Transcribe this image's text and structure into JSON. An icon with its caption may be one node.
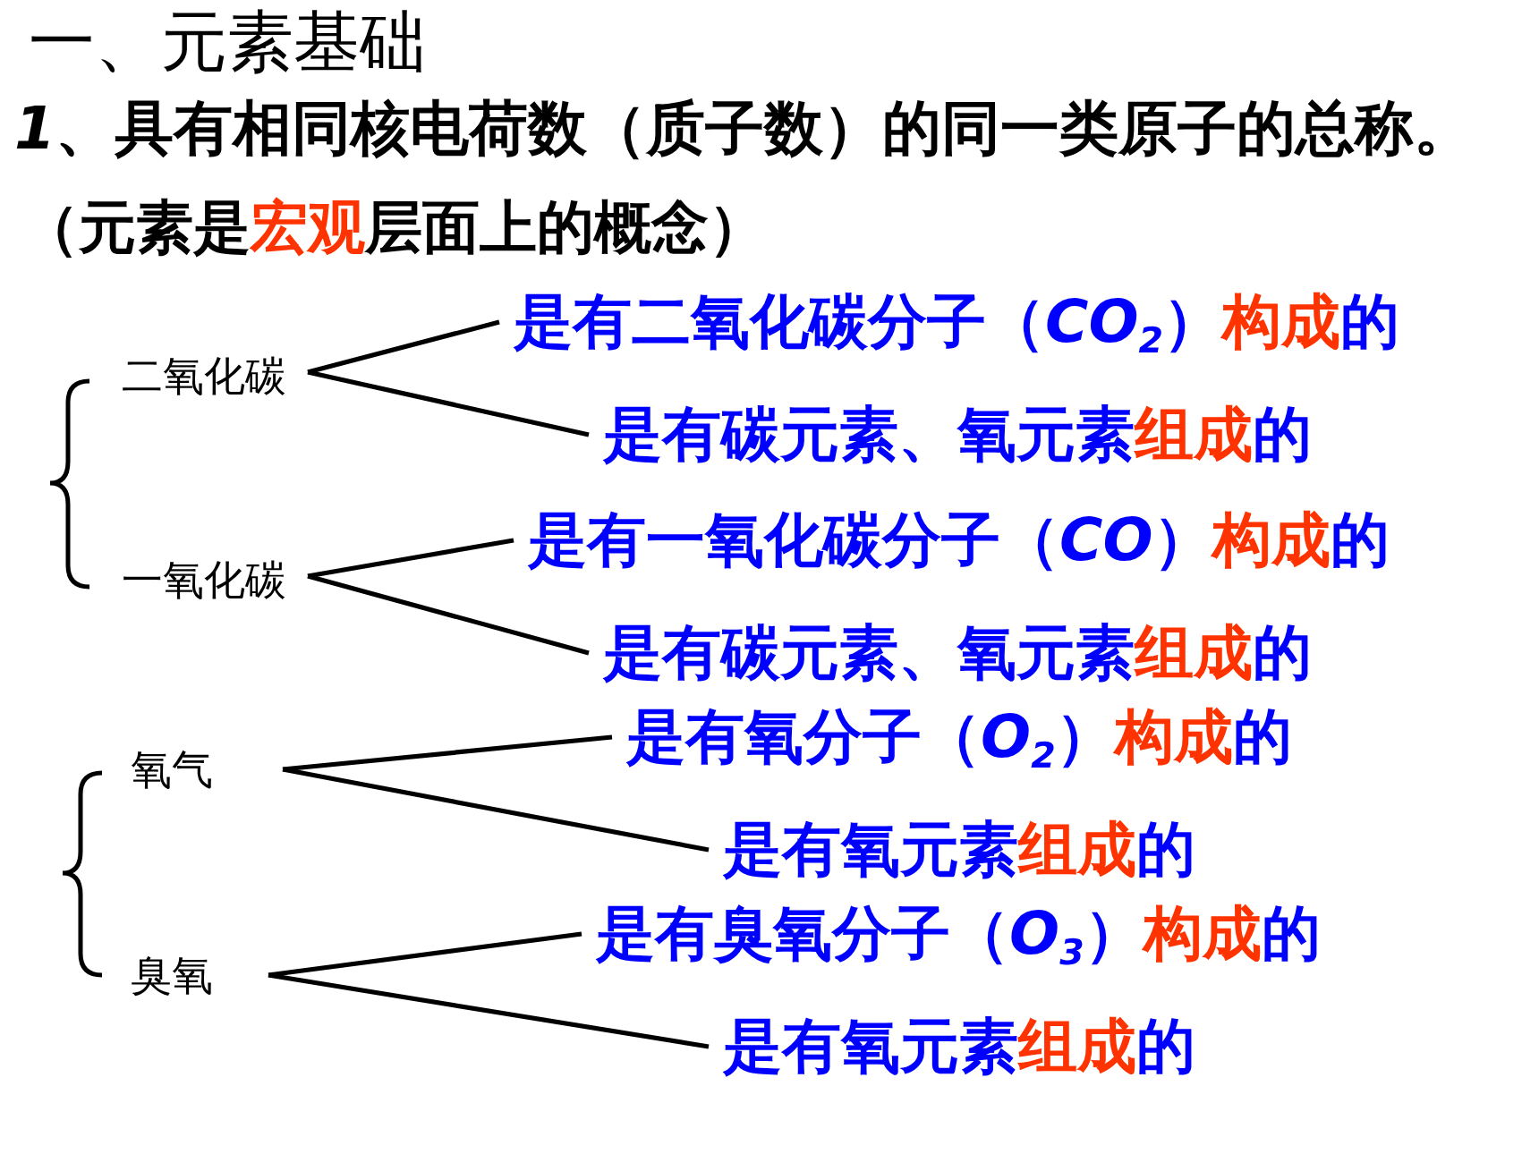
{
  "diagram": {
    "title": "一、元素基础",
    "nodes": [
      {
        "text": [
          "二氧化碳"
        ]
      },
      {
        "text": [
          "是有二氧化碳分子（*CO*$_{2}$）**构成**的"
        ]
      },
      {
        "text": [
          "是有碳元素、氧元素**组成**的"
        ]
      },
      {
        "text": [
          "一氧化碳"
        ]
      },
      {
        "text": [
          "是有一氧化碳分子（*CO*）**构成**的"
        ]
      },
      {
        "text": [
          "是有碳元素、氧元素**组成**的"
        ]
      },
      {
        "text": [
          "氧气"
        ]
      },
      {
        "text": [
          "是有氧分子（*O*$_{2}$）**构成**的"
        ]
      },
      {
        "text": [
          "是有氧元素**组成**的"
        ]
      },
      {
        "text": [
          "臭氧"
        ]
      },
      {
        "text": [
          "是有臭氧分子（*O*$_{3}$）**构成**的"
        ]
      },
      {
        "text": [
          "是有氧元素**组成**的"
        ]
      }
    ],
    "edges": [
      {
        "from": 0,
        "to": 1,
        "arrow": "none"
      },
      {
        "from": 0,
        "to": 2,
        "arrow": "none"
      },
      {
        "from": 3,
        "to": 4,
        "arrow": "none"
      },
      {
        "from": 3,
        "to": 5,
        "arrow": "none"
      },
      {
        "from": 6,
        "to": 7,
        "arrow": "none"
      },
      {
        "from": 6,
        "to": 8,
        "arrow": "none"
      },
      {
        "from": 9,
        "to": 10,
        "arrow": "none"
      },
      {
        "from": 9,
        "to": 11,
        "arrow": "none"
      }
    ],
    "labels": [
      "*1*、具有相同核电荷数（质子数）的同一类原子的总称。",
      "（元素是**宏观**层面上的概念）"
    ]
  }
}
